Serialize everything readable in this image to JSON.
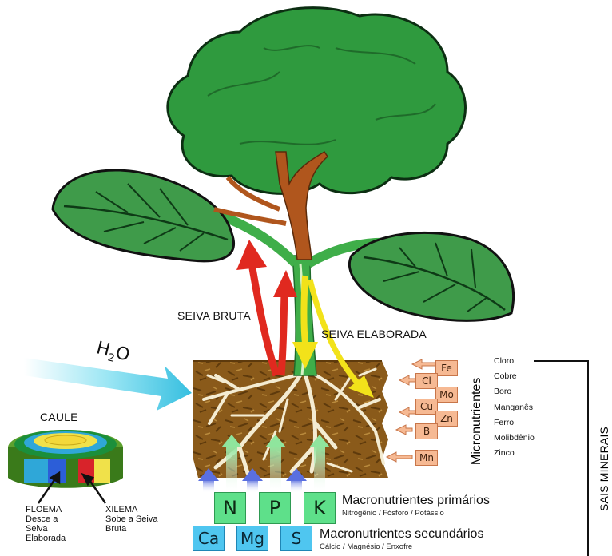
{
  "labels": {
    "seiva_bruta": "SEIVA BRUTA",
    "seiva_elaborada": "SEIVA ELABORADA",
    "h2o_main": "H",
    "h2o_sub": "2",
    "h2o_end": "O",
    "caule": "CAULE",
    "floema": [
      "FLOEMA",
      "Desce a",
      "Seiva",
      "Elaborada"
    ],
    "xilema": [
      "XILEMA",
      "Sobe a Seiva",
      "Bruta"
    ],
    "micronutrientes": "Micronutrientes",
    "sais_minerais": "SAIS MINERAIS"
  },
  "micro_symbols": [
    "Fe",
    "Cl",
    "Mo",
    "Cu",
    "Zn",
    "B",
    "Mn"
  ],
  "micro_list": [
    "Cloro",
    "Cobre",
    "Boro",
    "Manganês",
    "Ferro",
    "Molibdênio",
    "Zinco"
  ],
  "primary": {
    "symbols": [
      "N",
      "P",
      "K"
    ],
    "title": "Macronutrientes primários",
    "subtitle": "Nitrogênio / Fósforo / Potássio"
  },
  "secondary": {
    "symbols": [
      "Ca",
      "Mg",
      "S"
    ],
    "title": "Macronutrientes secundários",
    "subtitle": "Cálcio / Magnésio / Enxofre"
  },
  "colors": {
    "canopy": "#2f9a3e",
    "canopy_dark": "#1f6b2a",
    "leaf": "#3f9b4a",
    "trunk": "#b0561d",
    "soil": "#8a5a1a",
    "seiva_bruta_arrow": "#e0291f",
    "seiva_elaborada_arrow": "#f2e21a",
    "primary_box": "#5ee08a",
    "secondary_box": "#4fc6f0",
    "micro_box": "#f6b993",
    "water_arrow": "#5fd3ea"
  }
}
